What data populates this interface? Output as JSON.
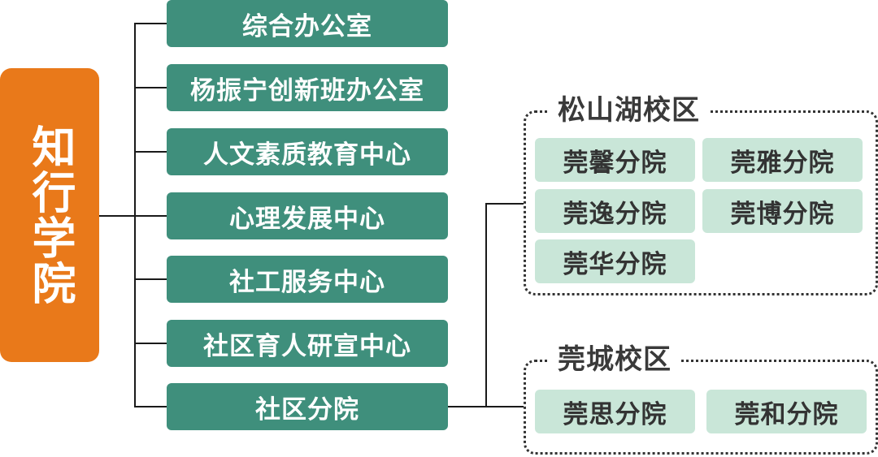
{
  "root": {
    "label": "知行学院"
  },
  "departments": [
    {
      "label": "综合办公室"
    },
    {
      "label": "杨振宁创新班办公室"
    },
    {
      "label": "人文素质教育中心"
    },
    {
      "label": "心理发展中心"
    },
    {
      "label": "社工服务中心"
    },
    {
      "label": "社区育人研宣中心"
    },
    {
      "label": "社区分院"
    }
  ],
  "campuses": [
    {
      "title": "松山湖校区",
      "branches": [
        "莞馨分院",
        "莞雅分院",
        "莞逸分院",
        "莞博分院",
        "莞华分院"
      ]
    },
    {
      "title": "莞城校区",
      "branches": [
        "莞思分院",
        "莞和分院"
      ]
    }
  ],
  "colors": {
    "root": "#e9791a",
    "department": "#3f8f7c",
    "branch": "#c9e6d8",
    "line": "#1a1a1a"
  }
}
